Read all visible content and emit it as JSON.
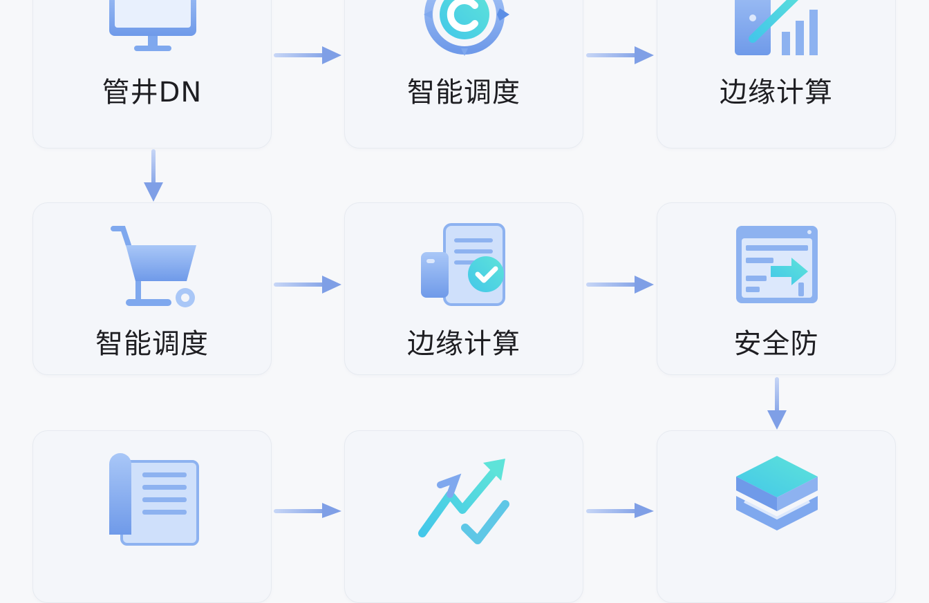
{
  "nodes": [
    {
      "label": "管井DN",
      "icon": "monitor-icon"
    },
    {
      "label": "智能调度",
      "icon": "target-c-icon"
    },
    {
      "label": "边缘计算",
      "icon": "server-growth-icon"
    },
    {
      "label": "智能调度",
      "icon": "shopping-cart-icon"
    },
    {
      "label": "边缘计算",
      "icon": "document-check-icon"
    },
    {
      "label": "安全防",
      "icon": "panel-arrow-icon"
    },
    {
      "label": "",
      "icon": "list-document-icon"
    },
    {
      "label": "",
      "icon": "trend-check-icon"
    },
    {
      "label": "",
      "icon": "stacked-layers-icon"
    }
  ],
  "colors": {
    "icon_blue": "#7fa8ee",
    "icon_light": "#cfe0fb",
    "accent_cyan": "#3fd0e8",
    "arrow": "#7f9fe6",
    "card_bg": "#f4f6fa",
    "text": "#1e1e22"
  }
}
